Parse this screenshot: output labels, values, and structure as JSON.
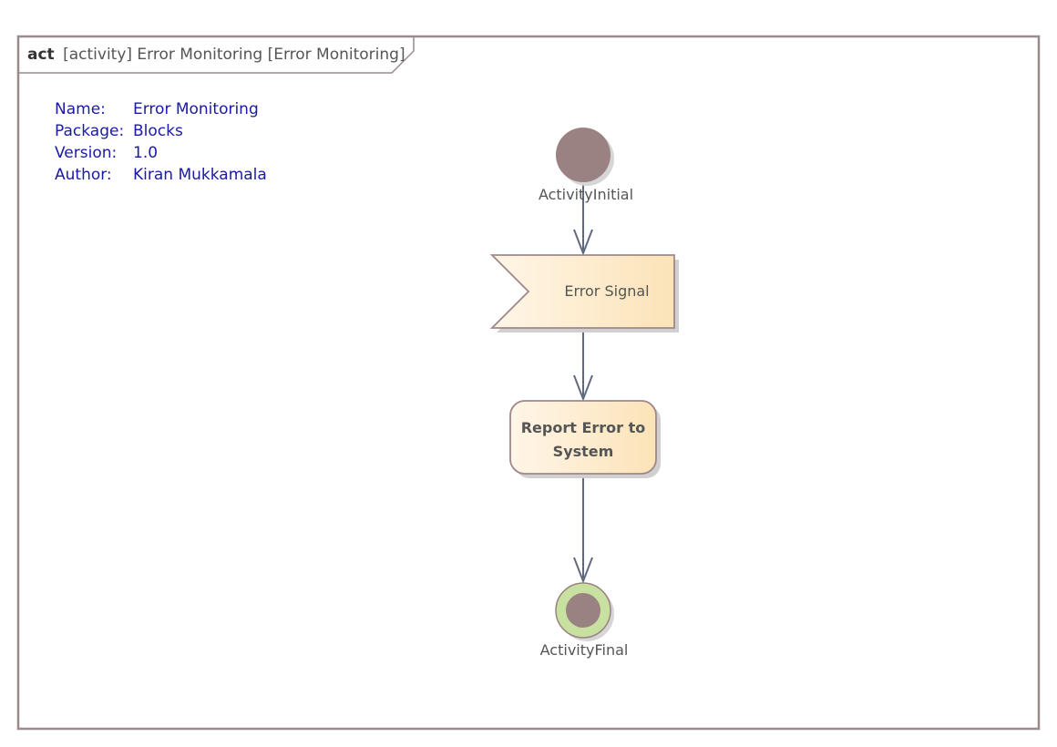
{
  "frame": {
    "keyword": "act",
    "title": "[activity] Error Monitoring [Error Monitoring]"
  },
  "info": {
    "rows": [
      {
        "label": "Name:",
        "value": "Error Monitoring"
      },
      {
        "label": "Package:",
        "value": "Blocks"
      },
      {
        "label": "Version:",
        "value": "1.0"
      },
      {
        "label": "Author:",
        "value": "Kiran Mukkamala"
      }
    ]
  },
  "nodes": {
    "initial": {
      "label": "ActivityInitial"
    },
    "signal": {
      "label": "Error Signal"
    },
    "action": {
      "line1": "Report Error to",
      "line2": "System"
    },
    "final": {
      "label": "ActivityFinal"
    }
  },
  "colors": {
    "frame_border": "#9a8a8c",
    "node_fill": "#9a8282",
    "final_ring": "#c8e0a0",
    "shape_border": "#a08888",
    "gradient_start": "#fff6e8",
    "gradient_end": "#fce3b8",
    "edge": "#5f6a80",
    "shadow": "#cccccc"
  }
}
